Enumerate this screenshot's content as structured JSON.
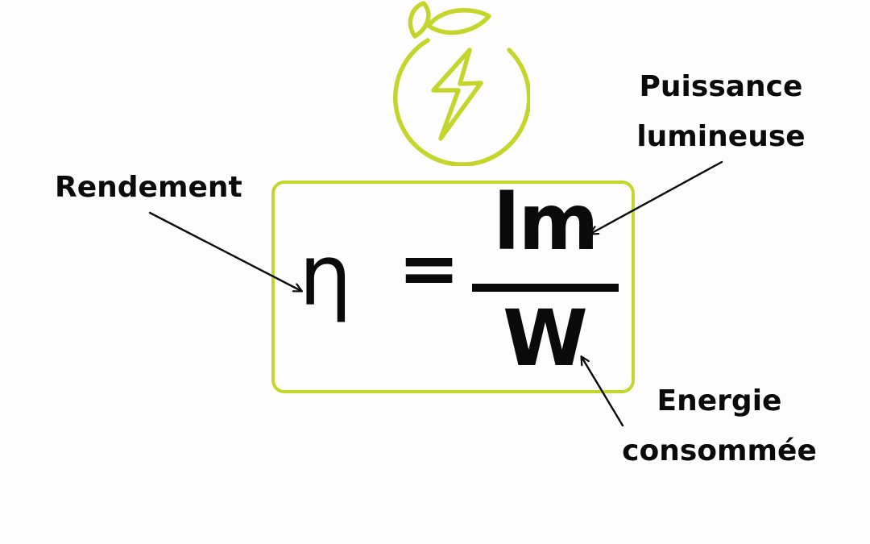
{
  "formula": {
    "lhs": "η",
    "operator": "=",
    "numerator": "lm",
    "denominator": "W"
  },
  "annotations": {
    "rendement": "Rendement",
    "puissance_line1": "Puissance",
    "puissance_line2": "lumineuse",
    "energie_line1": "Energie",
    "energie_line2": "consommée"
  },
  "colors": {
    "accent": "#c4d62c",
    "text": "#0a0a0a",
    "background": "#fdfdfd"
  },
  "icons": {
    "logo": "fruit-lightning-icon"
  }
}
